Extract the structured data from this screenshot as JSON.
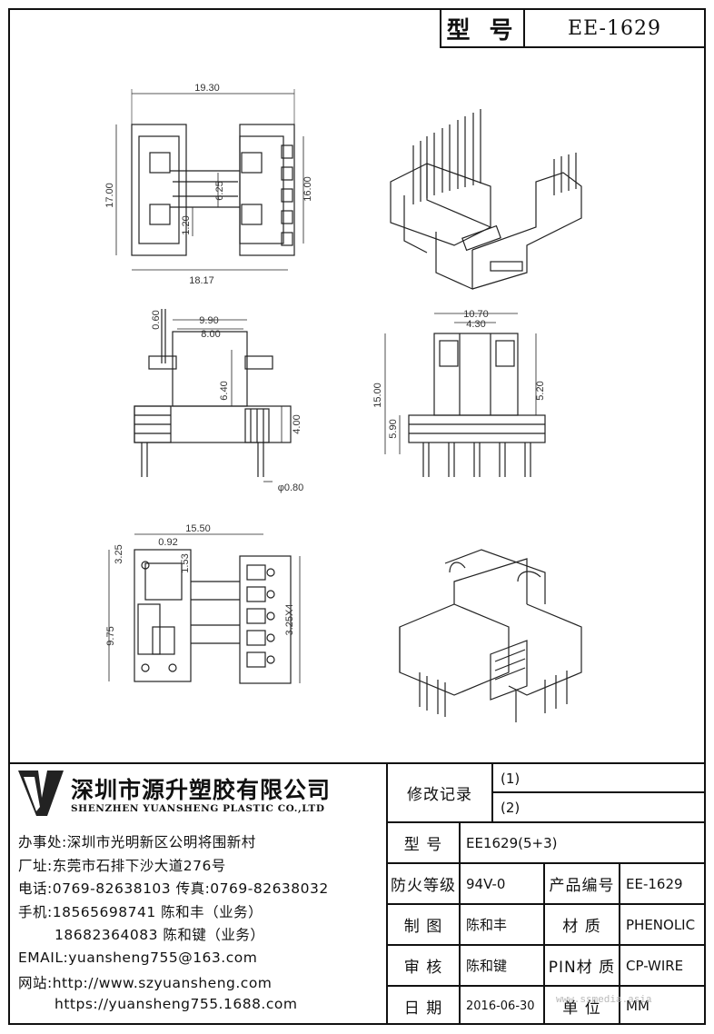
{
  "header": {
    "model_label": "型 号",
    "model_value": "EE-1629"
  },
  "dimensions": {
    "d1": "19.30",
    "d2": "17.00",
    "d3": "16.00",
    "d4": "6.25",
    "d5": "1.20",
    "d6": "18.17",
    "d7": "9.90",
    "d8": "8.00",
    "d9": "6.40",
    "d10": "0.60",
    "d11": "4.00",
    "d12": "φ0.80",
    "d13": "10.70",
    "d14": "4.30",
    "d15": "15.00",
    "d16": "5.20",
    "d17": "5.90",
    "d18": "15.50",
    "d19": "0.92",
    "d20": "1.53",
    "d21": "3.25",
    "d22": "9.75",
    "d23": "3.25X4"
  },
  "company": {
    "name_cn": "深圳市源升塑胶有限公司",
    "name_en": "SHENZHEN YUANSHENG PLASTIC CO.,LTD",
    "office": "办事处:深圳市光明新区公明将围新村",
    "factory": "厂址:东莞市石排下沙大道276号",
    "phone": "电话:0769-82638103 传真:0769-82638032",
    "mobile1": "手机:18565698741 陈和丰（业务）",
    "mobile2": "18682364083 陈和键（业务）",
    "email": "EMAIL:yuansheng755@163.com",
    "website_label": "网站:http://www.szyuansheng.com",
    "website2": "https://yuansheng755.1688.com"
  },
  "revision": {
    "label": "修改记录",
    "rev1": "(1)",
    "rev2": "(2)"
  },
  "spec": {
    "model_label": "型 号",
    "model_value": "EE1629(5+3)",
    "fire_label": "防火等级",
    "fire_value": "94V-0",
    "product_no_label": "产品编号",
    "product_no_value": "EE-1629",
    "drawn_label": "制 图",
    "drawn_value": "陈和丰",
    "material_label": "材 质",
    "material_value": "PHENOLIC",
    "check_label": "审 核",
    "check_value": "陈和键",
    "pin_material_label": "PIN材 质",
    "pin_material_value": "CP-WIRE",
    "date_label": "日 期",
    "date_value": "2016-06-30",
    "unit_label": "单 位",
    "unit_value": "MM"
  },
  "watermark": "www.ssmedia.asia"
}
